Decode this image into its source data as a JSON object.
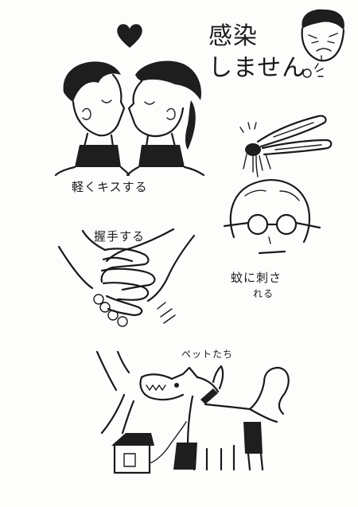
{
  "title": {
    "line1": "感染",
    "line2": "しません"
  },
  "labels": {
    "kiss": "軽くキスする",
    "handshake": "握手する",
    "mosquito_line1": "蚊に刺さ",
    "mosquito_line2": "れる",
    "pets": "ペットたち"
  },
  "icons": {
    "heart": "heart-icon",
    "face": "worried-face-icon"
  }
}
